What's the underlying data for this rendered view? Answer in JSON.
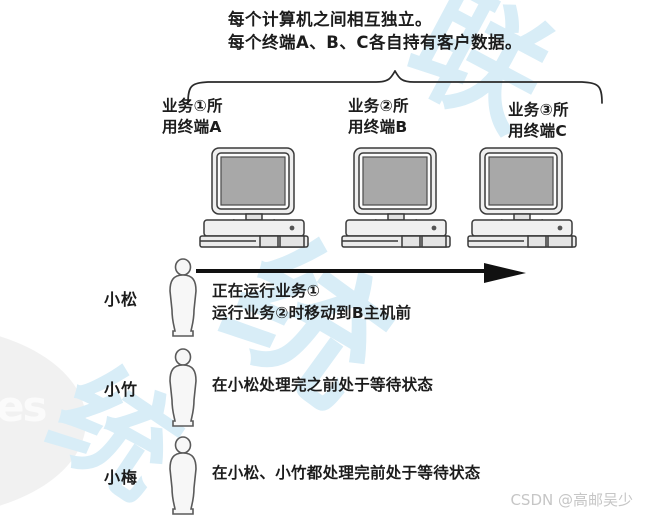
{
  "figure": {
    "caption_lines": [
      "每个计算机之间相互独立。",
      "每个终端A、B、C各自持有客户数据。"
    ],
    "terminals": [
      {
        "id": "a",
        "line1": "业务①所",
        "line2": "用终端A",
        "icon": "desktop-computer-icon"
      },
      {
        "id": "b",
        "line1": "业务②所",
        "line2": "用终端B",
        "icon": "desktop-computer-icon"
      },
      {
        "id": "c",
        "line1": "业务③所",
        "line2": "用终端C",
        "icon": "desktop-computer-icon"
      }
    ],
    "brace_label": "curly-brace-grouping-terminals",
    "flow_arrow_label": "movement-arrow-right",
    "people": [
      {
        "name": "小松",
        "desc_lines": [
          "正在运行业务①",
          "运行业务②时移动到B主机前"
        ],
        "icon": "person-figure-icon"
      },
      {
        "name": "小竹",
        "desc_lines": [
          "在小松处理完之前处于等待状态"
        ],
        "icon": "person-figure-icon"
      },
      {
        "name": "小梅",
        "desc_lines": [
          "在小松、小竹都处理完前处于等待状态"
        ],
        "icon": "person-figure-icon"
      }
    ]
  },
  "watermarks": {
    "blue_text_1": "联",
    "blue_text_2": "统",
    "blue_text_3": "统",
    "grey_text": "es",
    "csdn": "CSDN @高邮吴少"
  },
  "colors": {
    "background": "#ffffff",
    "ink": "#1c1c1c",
    "screen_grey": "#a8a8a8",
    "case_grey": "#e9e9e9",
    "watermark_blue": "#d8edf7",
    "watermark_grey": "#f1f1f1",
    "csdn_grey": "#c6c6c6"
  }
}
